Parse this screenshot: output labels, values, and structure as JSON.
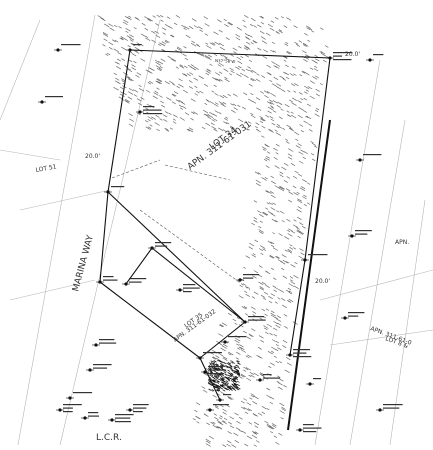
{
  "labels": {
    "lot34": "LOT 34",
    "apn34": "APN. 311-61-031",
    "lot35": "LOT 35",
    "apn35": "APN. 311-61-032",
    "marina_way": "MARINA WAY",
    "lcr": "L.C.R.",
    "lot51": "LOT 51",
    "apn_right": "APN.",
    "lot_right": "LOT 8 &",
    "apn_right2": "APN. 311-61-0",
    "dim_top": "20.0'",
    "dim_left": "20.0'",
    "dim_right": "20.0'",
    "bearing_mid": "N37°56'W"
  },
  "colors": {
    "ink": "#111111",
    "hatch": "#6a6a6a",
    "faint": "#9a9a9a",
    "paper": "#ffffff"
  }
}
